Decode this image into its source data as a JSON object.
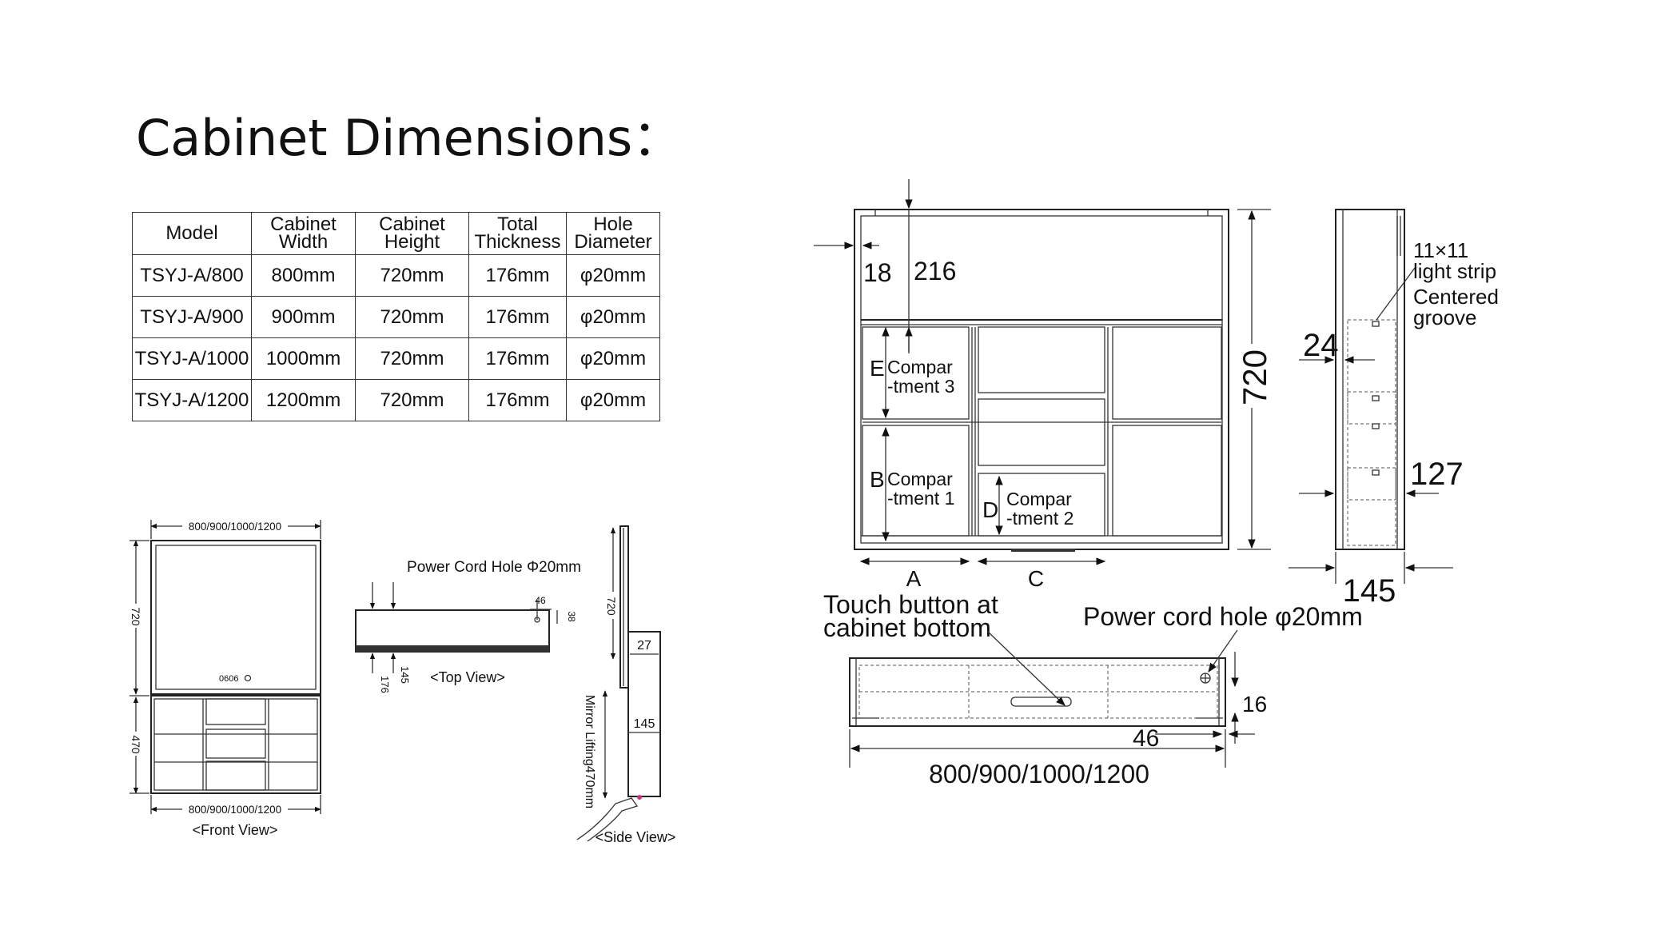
{
  "title": "Cabinet Dimensions：",
  "table": {
    "headers": [
      {
        "l1": "Model",
        "l2": ""
      },
      {
        "l1": "Cabinet",
        "l2": "Width"
      },
      {
        "l1": "Cabinet",
        "l2": "Height"
      },
      {
        "l1": "Total",
        "l2": "Thickness"
      },
      {
        "l1": "Hole",
        "l2": "Diameter"
      }
    ],
    "rows": [
      [
        "TSYJ-A/800",
        "800mm",
        "720mm",
        "176mm",
        "φ20mm"
      ],
      [
        "TSYJ-A/900",
        "900mm",
        "720mm",
        "176mm",
        "φ20mm"
      ],
      [
        "TSYJ-A/1000",
        "1000mm",
        "720mm",
        "176mm",
        "φ20mm"
      ],
      [
        "TSYJ-A/1200",
        "1200mm",
        "720mm",
        "176mm",
        "φ20mm"
      ]
    ]
  },
  "front_view": {
    "width_label_top": "800/900/1000/1200",
    "width_label_bottom": "800/900/1000/1200",
    "height_upper": "720",
    "height_lower": "470",
    "display_text": "0606",
    "caption": "<Front View>"
  },
  "top_view": {
    "power_label": "Power Cord Hole Φ20mm",
    "dim_46": "46",
    "dim_38": "38",
    "dim_176": "176",
    "dim_145": "145",
    "caption": "<Top View>"
  },
  "side_view": {
    "dim_720": "720",
    "dim_27": "27",
    "dim_145": "145",
    "lifting_label": "Mirror Lifting470mm",
    "caption": "<Side View>"
  },
  "main_front": {
    "dim_18": "18",
    "dim_216": "216",
    "dim_720": "720",
    "label_E": "E",
    "label_B": "B",
    "label_D": "D",
    "label_A": "A",
    "label_C": "C",
    "comp3_l1": "Compar",
    "comp3_l2": "-tment 3",
    "comp1_l1": "Compar",
    "comp1_l2": "-tment 1",
    "comp2_l1": "Compar",
    "comp2_l2": "-tment 2"
  },
  "side_detail": {
    "strip_l1": "11×11",
    "strip_l2": "light strip",
    "groove_l1": "Centered",
    "groove_l2": "groove",
    "dim_24": "24",
    "dim_127": "127",
    "dim_145": "145"
  },
  "bottom_view": {
    "touch_l1": "Touch button at",
    "touch_l2": "cabinet bottom",
    "power_label": "Power cord hole φ20mm",
    "dim_16": "16",
    "dim_46": "46",
    "width_label": "800/900/1000/1200"
  }
}
